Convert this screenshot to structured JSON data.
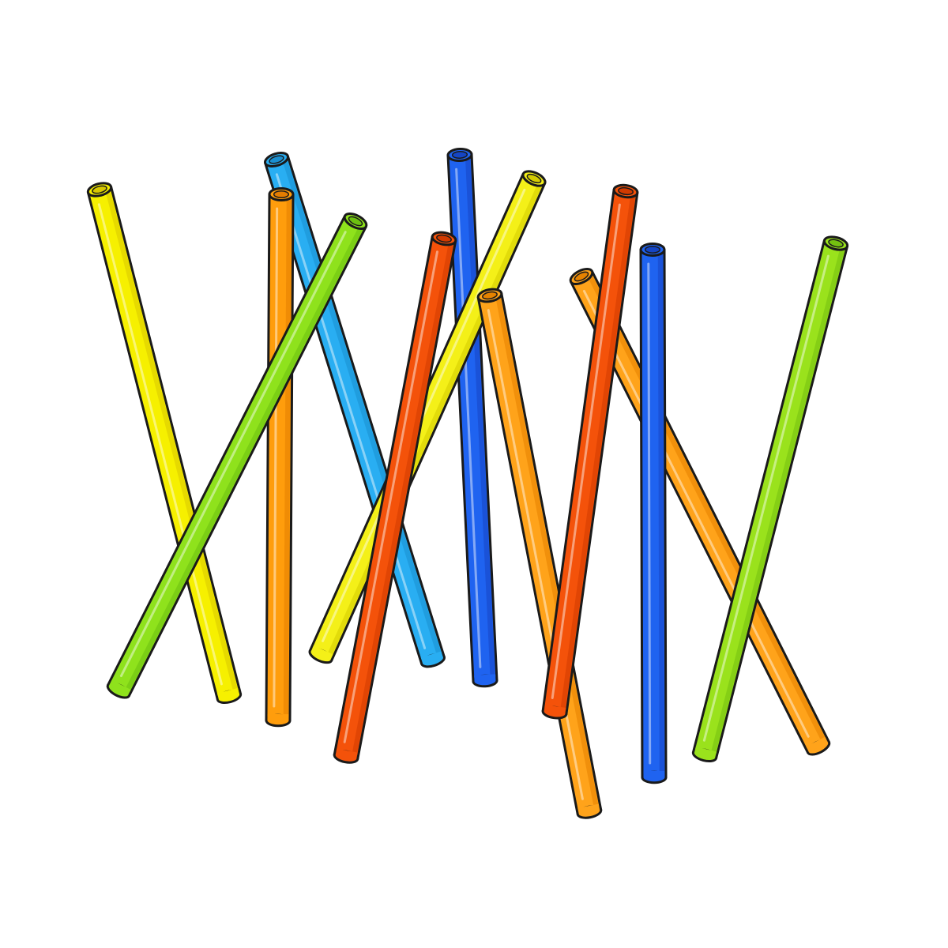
{
  "illustration": {
    "subject": "colorful-drinking-straws",
    "outline_color": "#1a1a1a",
    "highlight_color": "#ffffff",
    "straws": [
      {
        "id": "yellow-left",
        "color": "#f6f000",
        "shade": "#d8c800"
      },
      {
        "id": "blue-light",
        "color": "#29aef2",
        "shade": "#1a8fd0"
      },
      {
        "id": "green-left",
        "color": "#8fe21c",
        "shade": "#6cc010"
      },
      {
        "id": "orange-left",
        "color": "#ff9d0c",
        "shade": "#e47d00"
      },
      {
        "id": "blue-center",
        "color": "#1f63f0",
        "shade": "#1545c4"
      },
      {
        "id": "yellow-center",
        "color": "#f4f018",
        "shade": "#d4cc00"
      },
      {
        "id": "red-center",
        "color": "#f4520a",
        "shade": "#d23a00"
      },
      {
        "id": "orange-center",
        "color": "#ffa31a",
        "shade": "#e58200"
      },
      {
        "id": "red-right",
        "color": "#f4520a",
        "shade": "#d23a00"
      },
      {
        "id": "blue-right",
        "color": "#1f63f0",
        "shade": "#1545c4"
      },
      {
        "id": "orange-right",
        "color": "#ffa31a",
        "shade": "#e58200"
      },
      {
        "id": "green-right",
        "color": "#9ae21c",
        "shade": "#74c010"
      }
    ]
  }
}
